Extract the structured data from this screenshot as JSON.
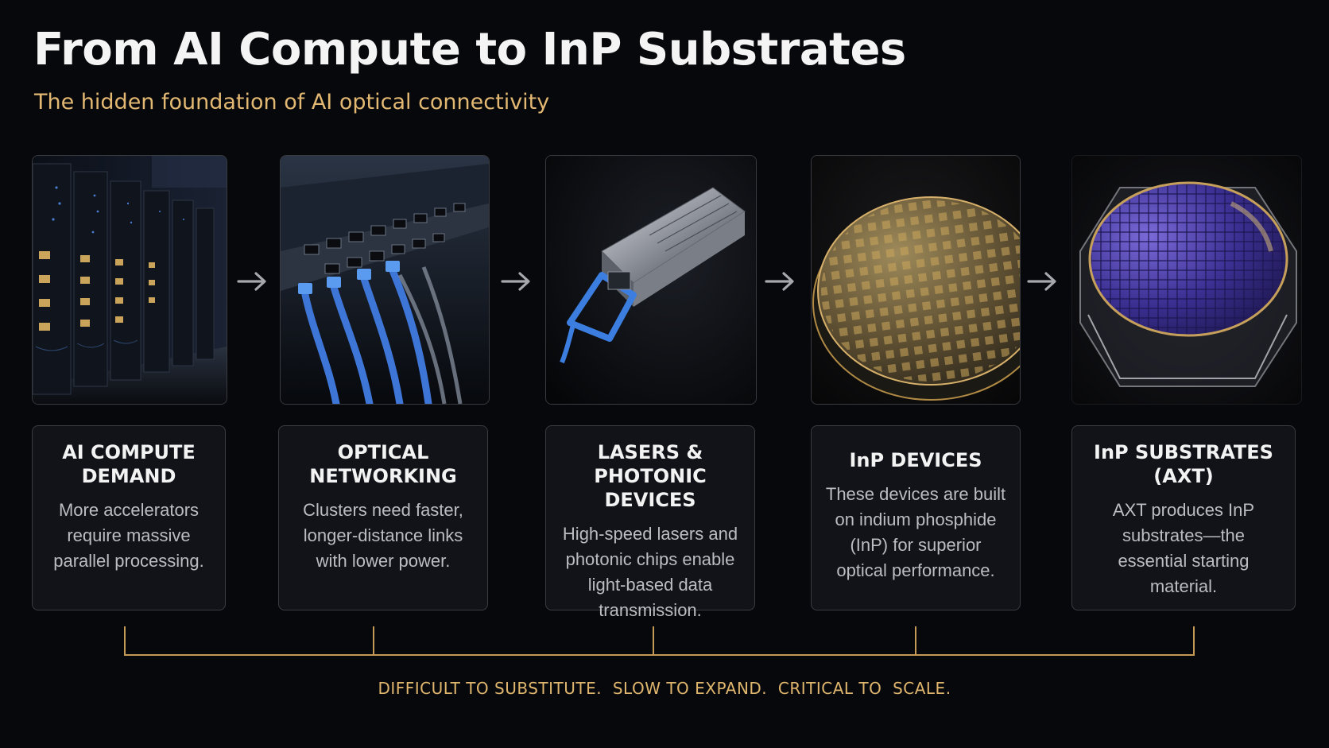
{
  "header": {
    "title": "From AI Compute to InP Substrates",
    "subtitle": "The hidden foundation of AI optical connectivity"
  },
  "steps": [
    {
      "title": "AI COMPUTE\nDEMAND",
      "body": "More accelerators\nrequire massive\nparallel processing.",
      "image": "server-racks-photo"
    },
    {
      "title": "OPTICAL\nNETWORKING",
      "body": "Clusters need faster,\nlonger-distance links\nwith lower power.",
      "image": "network-switch-cables-photo"
    },
    {
      "title": "LASERS &\nPHOTONIC DEVICES",
      "body": "High-speed lasers and\nphotonic chips enable\nlight-based data\ntransmission.",
      "image": "optical-transceiver-photo"
    },
    {
      "title": "InP DEVICES",
      "body": "These devices are built\non indium phosphide\n(InP) for superior\noptical performance.",
      "image": "gold-wafer-photo"
    },
    {
      "title": "InP SUBSTRATES\n(AXT)",
      "body": "AXT produces InP\nsubstrates—the\nessential starting\nmaterial.",
      "image": "purple-wafer-in-case-photo"
    }
  ],
  "tagline": "DIFFICULT TO SUBSTITUTE.  SLOW TO EXPAND.  CRITICAL TO  SCALE.",
  "colors": {
    "accent": "#e0b66e",
    "background": "#07080b",
    "card": "#121318",
    "border": "#3a3b40"
  }
}
